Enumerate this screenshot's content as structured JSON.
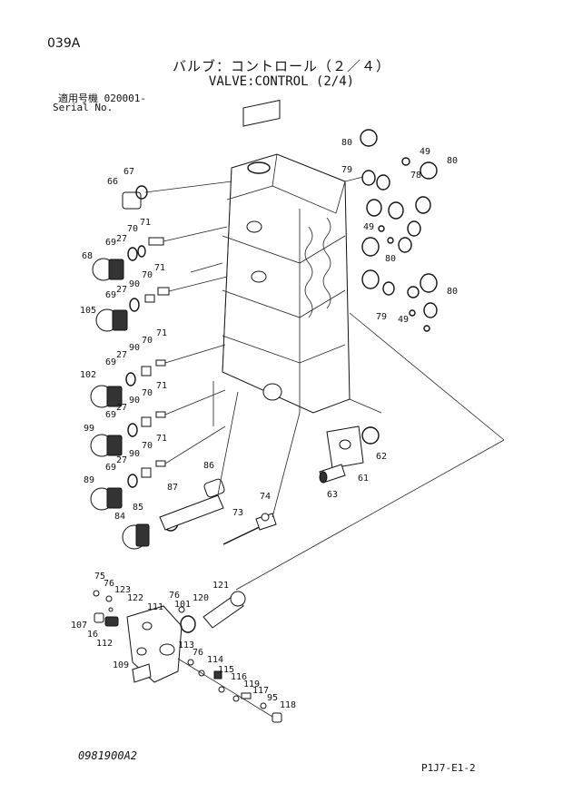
{
  "header": {
    "page_code": "039A",
    "title_jp": "バルブ：コントロール（２／４）",
    "title_en": "VALVE:CONTROL (2/4)",
    "serial_label_jp": "適用号機  020001-",
    "serial_label_en": "Serial No."
  },
  "footer": {
    "doc_code": "0981900A2",
    "sheet_code": "P1J7-E1-2"
  },
  "callouts": [
    "80",
    "49",
    "78",
    "80",
    "79",
    "49",
    "80",
    "80",
    "79",
    "49",
    "62",
    "61",
    "63",
    "67",
    "66",
    "71",
    "70",
    "27",
    "69",
    "68",
    "71",
    "70",
    "90",
    "27",
    "69",
    "105",
    "71",
    "70",
    "90",
    "27",
    "69",
    "102",
    "71",
    "70",
    "90",
    "27",
    "69",
    "99",
    "71",
    "70",
    "90",
    "27",
    "69",
    "89",
    "86",
    "87",
    "85",
    "84",
    "74",
    "73",
    "75",
    "76",
    "123",
    "122",
    "111",
    "76",
    "101",
    "120",
    "121",
    "107",
    "16",
    "112",
    "113",
    "76",
    "114",
    "115",
    "116",
    "119",
    "117",
    "95",
    "118",
    "109"
  ]
}
